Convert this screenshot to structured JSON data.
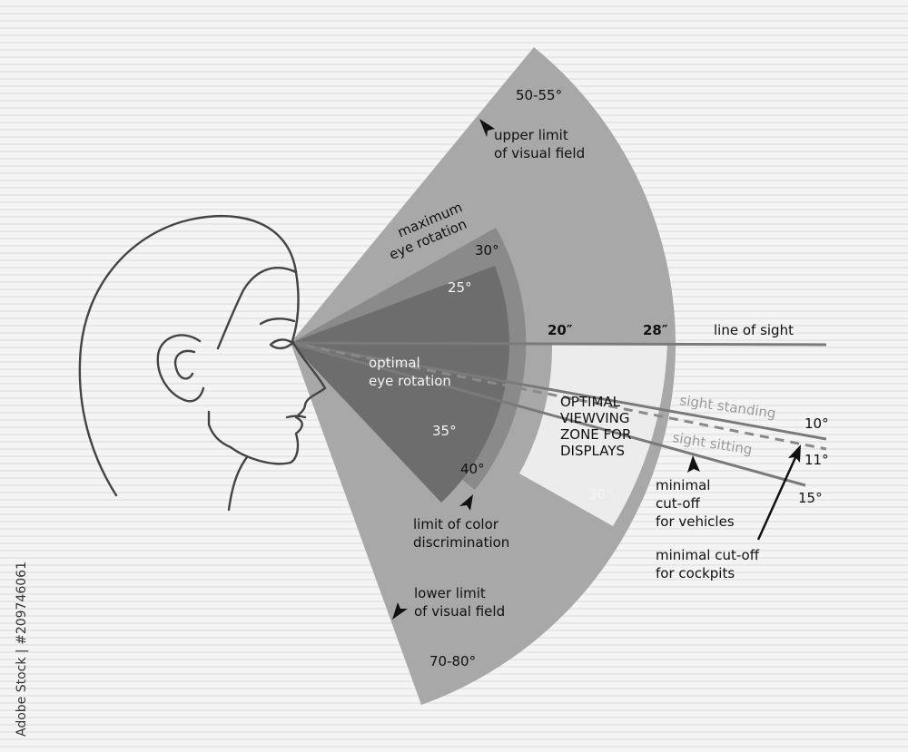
{
  "labels": {
    "upper_angle": "50-55°",
    "upper_limit_1": "upper limit",
    "upper_limit_2": "of visual field",
    "max_rotation_1": "maximum",
    "max_rotation_2": "eye rotation",
    "angle_30_top": "30°",
    "angle_25": "25°",
    "dist_20": "20″",
    "dist_28": "28″",
    "line_of_sight": "line of sight",
    "optimal_rotation_1": "optimal",
    "optimal_rotation_2": "eye rotation",
    "zone_1": "OPTIMAL",
    "zone_2": "VIEWVING",
    "zone_3": "ZONE FOR",
    "zone_4": "DISPLAYS",
    "sight_standing": "sight standing",
    "sight_sitting": "sight sitting",
    "angle_10": "10°",
    "angle_11": "11°",
    "angle_15": "15°",
    "angle_35": "35°",
    "angle_40": "40°",
    "angle_30_bottom": "30°",
    "vehicles_1": "minimal",
    "vehicles_2": "cut-off",
    "vehicles_3": "for vehicles",
    "cockpits_1": "minimal cut-off",
    "cockpits_2": "for cockpits",
    "color_1": "limit of color",
    "color_2": "discrimination",
    "lower_limit_1": "lower limit",
    "lower_limit_2": "of visual field",
    "lower_angle": "70-80°"
  },
  "watermark": "Adobe Stock | #209746061",
  "colors": {
    "outer_field": "#a8a8a8",
    "max_rotation": "#888888",
    "optimal_rotation": "#6d6d6d",
    "display_zone": "#ececec",
    "lines": "#777777",
    "ink": "#111111"
  }
}
